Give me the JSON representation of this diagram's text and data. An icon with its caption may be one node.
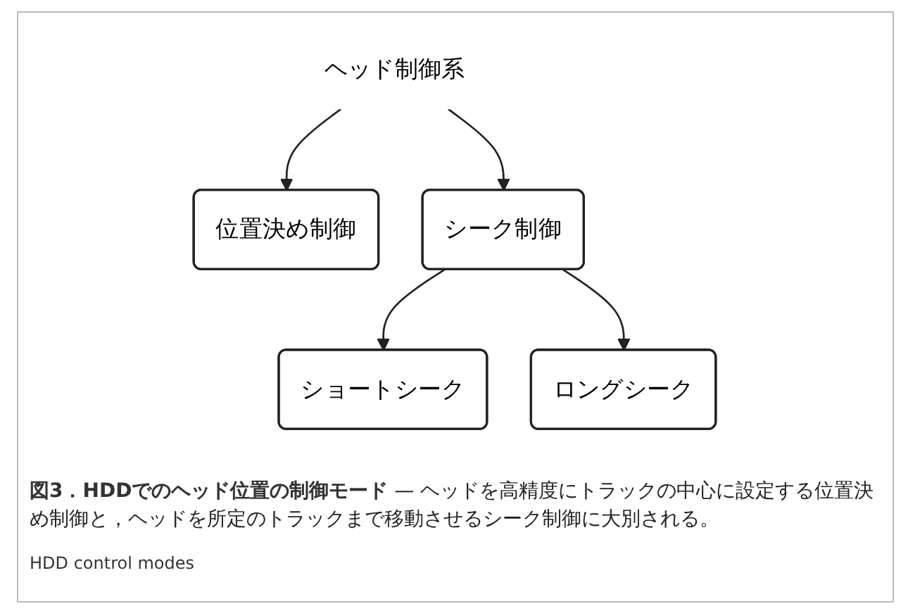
{
  "diagram": {
    "title": "図3．HDDでのヘッド位置の制御モード",
    "caption": "— ヘッドを高精度にトラックの中心に設定する位置決め制御と，ヘッドを所定のトラックまで移動させるシーク制御に大別される。",
    "nodes": [
      {
        "text": [
          "ヘッド制御系"
        ]
      },
      {
        "text": [
          "位置決め制御"
        ]
      },
      {
        "text": [
          "シーク制御"
        ]
      },
      {
        "text": [
          "ショートシーク"
        ]
      },
      {
        "text": [
          "ロングシーク"
        ]
      }
    ],
    "edges": [
      {
        "from": 0,
        "to": 1,
        "arrow": "to"
      },
      {
        "from": 0,
        "to": 2,
        "arrow": "to"
      },
      {
        "from": 2,
        "to": 3,
        "arrow": "to"
      },
      {
        "from": 2,
        "to": 4,
        "arrow": "to"
      }
    ],
    "labels": [
      "HDD control modes"
    ]
  }
}
